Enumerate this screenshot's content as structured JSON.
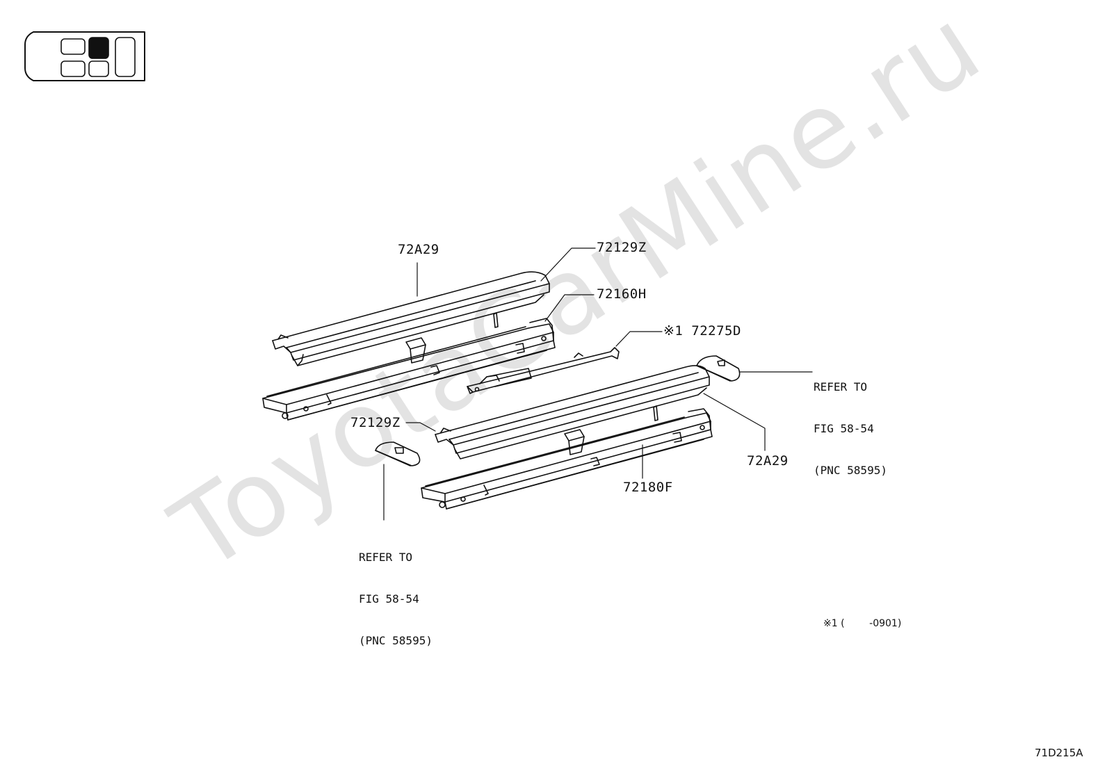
{
  "watermark": "ToyotaCarMine.ru",
  "figure_code": "71D215A",
  "footnote": "※1 (        -0901)",
  "labels": {
    "rail_upper_right": "72A29",
    "rail_cover_upper": "72129Z",
    "adjuster_upper": "72160H",
    "bar_part": "※1 72275D",
    "rail_cover_lower": "72129Z",
    "rail_lower_right": "72A29",
    "adjuster_lower": "72180F"
  },
  "refer_notes": {
    "right": [
      "REFER TO",
      "FIG 58-54",
      "(PNC 58595)"
    ],
    "left": [
      "REFER TO",
      "FIG 58-54",
      "(PNC 58595)"
    ]
  },
  "locator_icon": "seat-position-icon"
}
